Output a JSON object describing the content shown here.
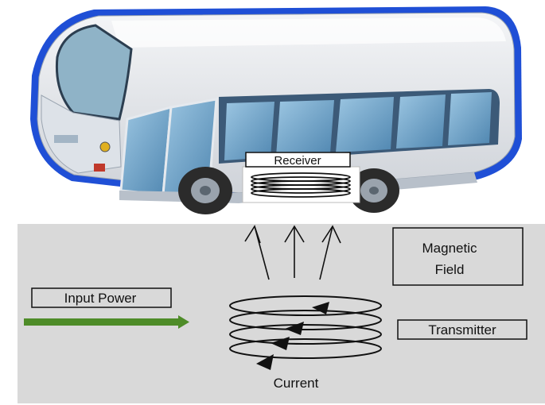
{
  "labels": {
    "receiver": "Receiver",
    "magnetic_field_line1": "Magnetic",
    "magnetic_field_line2": "Field",
    "input_power": "Input Power",
    "transmitter": "Transmitter",
    "current": "Current"
  },
  "colors": {
    "ground": "#d9d9d9",
    "arrow_green": "#4e8c28",
    "bus_body": "#e9ebee",
    "bus_outline": "#1f4fd6",
    "window_blue": "#6fa6c9"
  },
  "icons": [
    "bus-icon",
    "coil-icon",
    "arrow-icon"
  ]
}
